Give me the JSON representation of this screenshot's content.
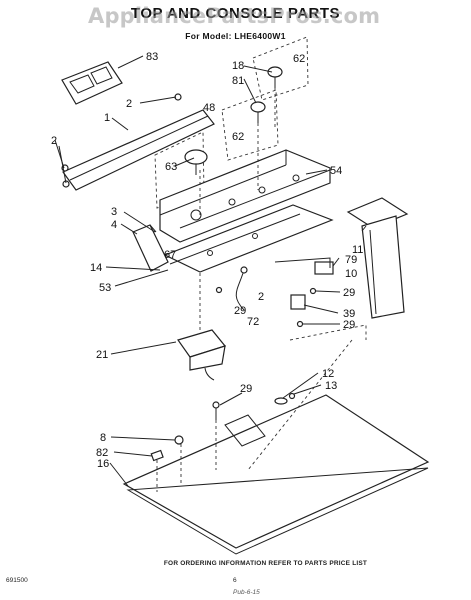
{
  "header": {
    "title": "TOP AND CONSOLE PARTS",
    "model_line": "For Model: LHE6400W1"
  },
  "watermark": "AppliancePartsPros.com",
  "footer": {
    "order_note": "FOR ORDERING INFORMATION REFER TO PARTS PRICE LIST",
    "doc_number": "691500",
    "page_number": "6",
    "print_mark": "Pub-6-15"
  },
  "callouts": [
    "83",
    "2",
    "1",
    "48",
    "2",
    "63",
    "18",
    "62",
    "81",
    "62",
    "54",
    "3",
    "4",
    "67",
    "11",
    "79",
    "10",
    "14",
    "53",
    "2",
    "29",
    "29",
    "72",
    "39",
    "29",
    "21",
    "12",
    "13",
    "29",
    "8",
    "82",
    "16"
  ]
}
